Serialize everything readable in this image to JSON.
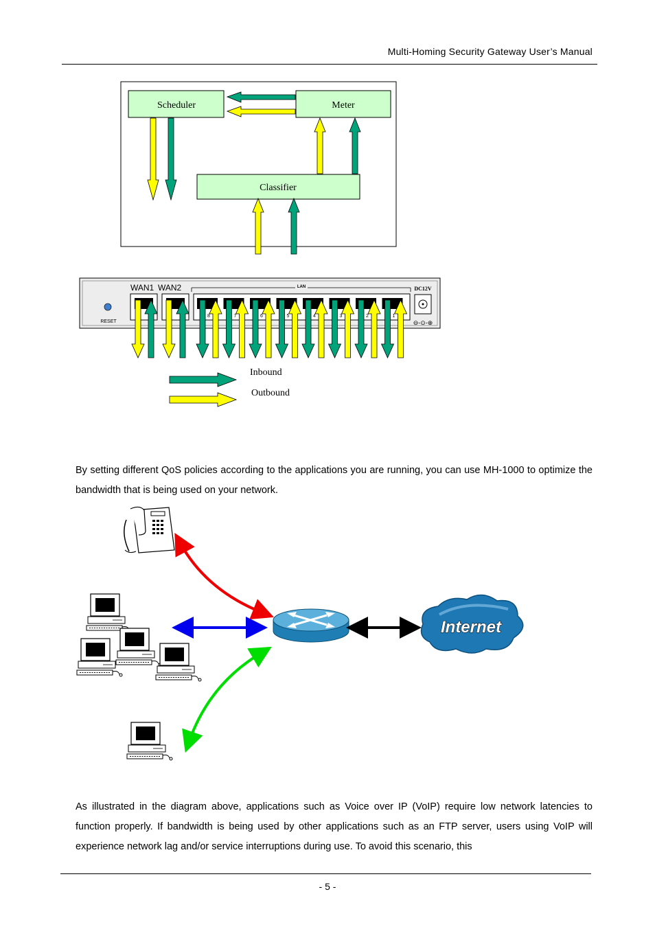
{
  "header": {
    "title": "Multi-Homing  Security  Gateway  User’s  Manual"
  },
  "qos_diagram": {
    "scheduler_label": "Scheduler",
    "meter_label": "Meter",
    "classifier_label": "Classifier"
  },
  "device_panel": {
    "wan1_label": "WAN1",
    "wan2_label": "WAN2",
    "lan_label": "LAN",
    "dc_label": "DC12V",
    "reset_label": "RESET",
    "port_numbers": [
      "8",
      "7",
      "6",
      "5",
      "4",
      "3",
      "2",
      "1"
    ]
  },
  "legend": {
    "inbound_label": "Inbound",
    "outbound_label": "Outbound"
  },
  "network_diagram": {
    "internet_label": "Internet"
  },
  "paragraphs": [
    "By setting different QoS policies according to the applications you are running, you can use MH-1000 to optimize the bandwidth that is being used on your network.",
    "As illustrated in the diagram above, applications such as Voice over IP (VoIP) require low network latencies to function properly. If bandwidth is being used by other applications such as an FTP server, users using VoIP will experience network lag and/or service interruptions during use. To avoid this scenario, this"
  ],
  "footer": {
    "page_number": "- 5 -"
  },
  "colors": {
    "inbound": "#00a37a",
    "outbound": "#ffff00",
    "box_fill": "#ccffcc",
    "voip_arrow": "#ee0000",
    "lan_arrow": "#0000ee",
    "ftp_arrow": "#00dd00",
    "internet_cloud": "#1e78b4"
  }
}
